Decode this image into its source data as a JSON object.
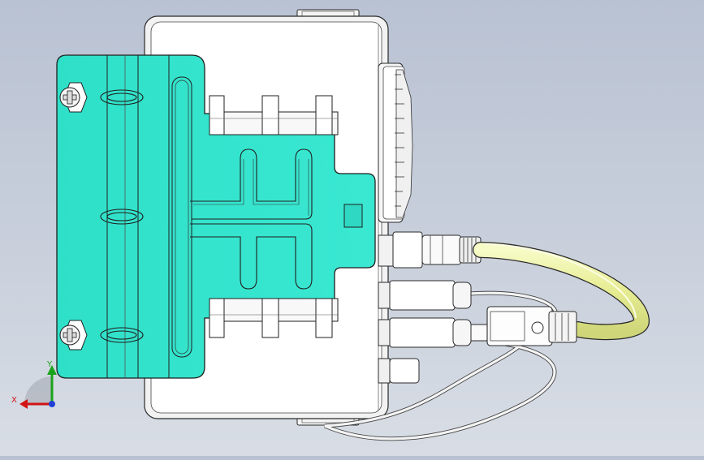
{
  "view": {
    "type": "cad-assembly-view",
    "triad": {
      "x_label": "X",
      "y_label": "Y",
      "x_color": "#d21414",
      "y_color": "#1aa31a",
      "z_color": "#1f3fd6"
    },
    "colors": {
      "background_top": "#b9c2d3",
      "background_bottom": "#d8dde5",
      "housing": "#ffffff",
      "plate": "#33e6cf",
      "plate_dark": "#22c8b2",
      "cable": "#e9ef9a",
      "outline": "#2a2a2a"
    }
  }
}
